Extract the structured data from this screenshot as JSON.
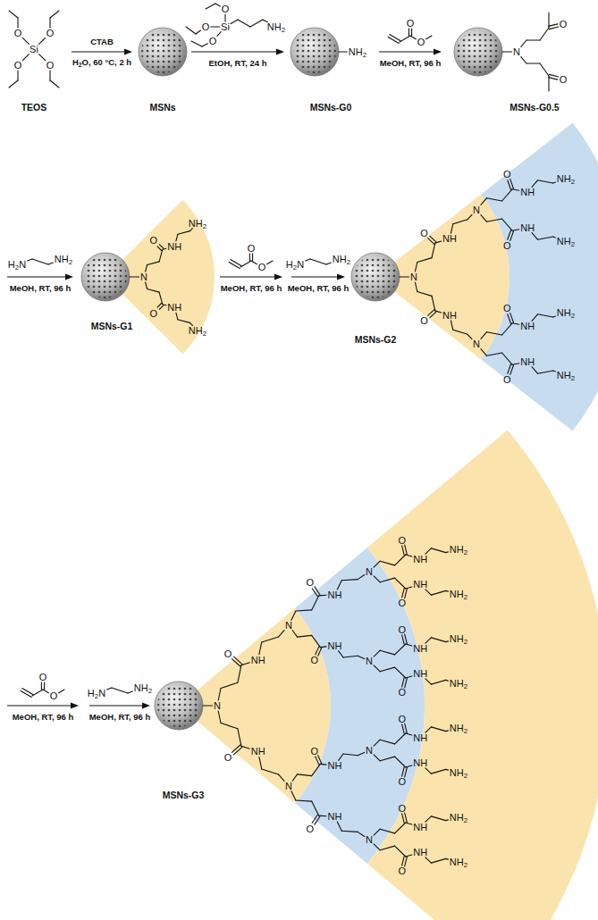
{
  "diagram": {
    "labels": [
      "Si",
      "O",
      "O",
      "O",
      "O",
      "TEOS",
      "CTAB",
      "H2O, 60 °C, 2 h",
      "MSNs",
      "Si",
      "O",
      "O",
      "O",
      "NH2",
      "EtOH, RT, 24 h",
      "NH2",
      "MSNs-G0",
      "O",
      "O",
      "MeOH, RT, 96 h",
      "N",
      "O",
      "O",
      "MSNs-G0.5",
      "H2N",
      "NH2",
      "MeOH, RT, 96 h",
      "N",
      "O",
      "NH",
      "NH2",
      "O",
      "NH",
      "NH2",
      "MSNs-G1",
      "O",
      "O",
      "MeOH, RT, 96 h",
      "H2N",
      "NH2",
      "MeOH, RT, 96 h",
      "N",
      "O",
      "NH",
      "N",
      "O",
      "NH",
      "NH2",
      "O",
      "NH",
      "NH2",
      "O",
      "NH",
      "N",
      "O",
      "NH",
      "NH2",
      "O",
      "NH",
      "NH2",
      "MSNs-G2",
      "O",
      "O",
      "MeOH, RT, 96 h",
      "H2N",
      "NH2",
      "MeOH, RT, 96 h",
      "N",
      "O",
      "NH",
      "N",
      "O",
      "NH",
      "N",
      "O",
      "NH",
      "NH2",
      "O",
      "NH",
      "NH2",
      "O",
      "NH",
      "N",
      "O",
      "NH",
      "NH2",
      "O",
      "NH",
      "NH2",
      "O",
      "NH",
      "N",
      "O",
      "NH",
      "N",
      "O",
      "NH",
      "NH2",
      "O",
      "NH",
      "NH2",
      "O",
      "NH",
      "N",
      "O",
      "NH",
      "NH2",
      "O",
      "NH",
      "NH2",
      "MSNs-G3"
    ]
  }
}
